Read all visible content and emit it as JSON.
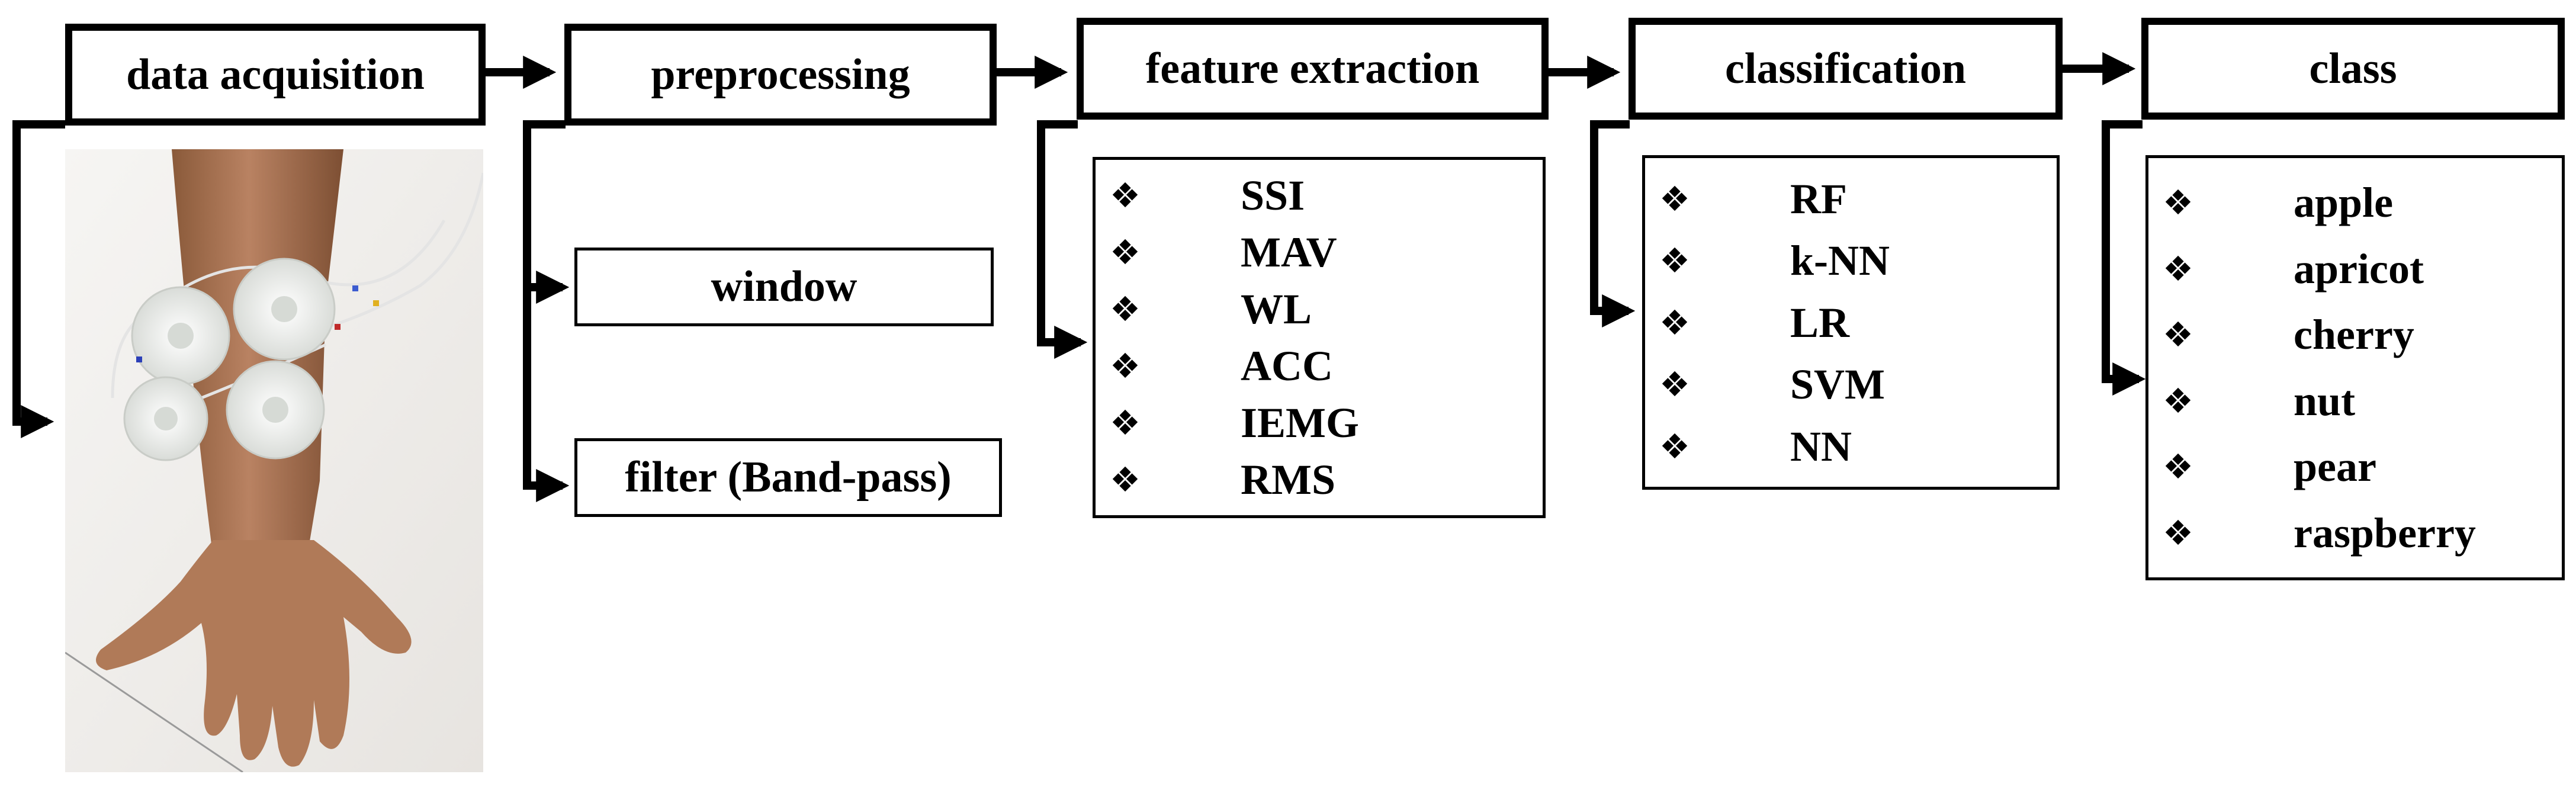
{
  "stages": {
    "data_acquisition": "data acquisition",
    "preprocessing": "preprocessing",
    "feature_extraction": "feature extraction",
    "classification": "classification",
    "class": "class"
  },
  "preprocessing_steps": {
    "window": "window",
    "filter": "filter (Band-pass)"
  },
  "bullet_glyph": "❖",
  "features": [
    "SSI",
    "MAV",
    "WL",
    "ACC",
    "IEMG",
    "RMS"
  ],
  "classifiers": [
    "RF",
    "k-NN",
    "LR",
    "SVM",
    "NN"
  ],
  "classes": [
    "apple",
    "apricot",
    "cherry",
    "nut",
    "pear",
    "raspberry"
  ],
  "photo_icon": "forearm-with-emg-electrodes"
}
